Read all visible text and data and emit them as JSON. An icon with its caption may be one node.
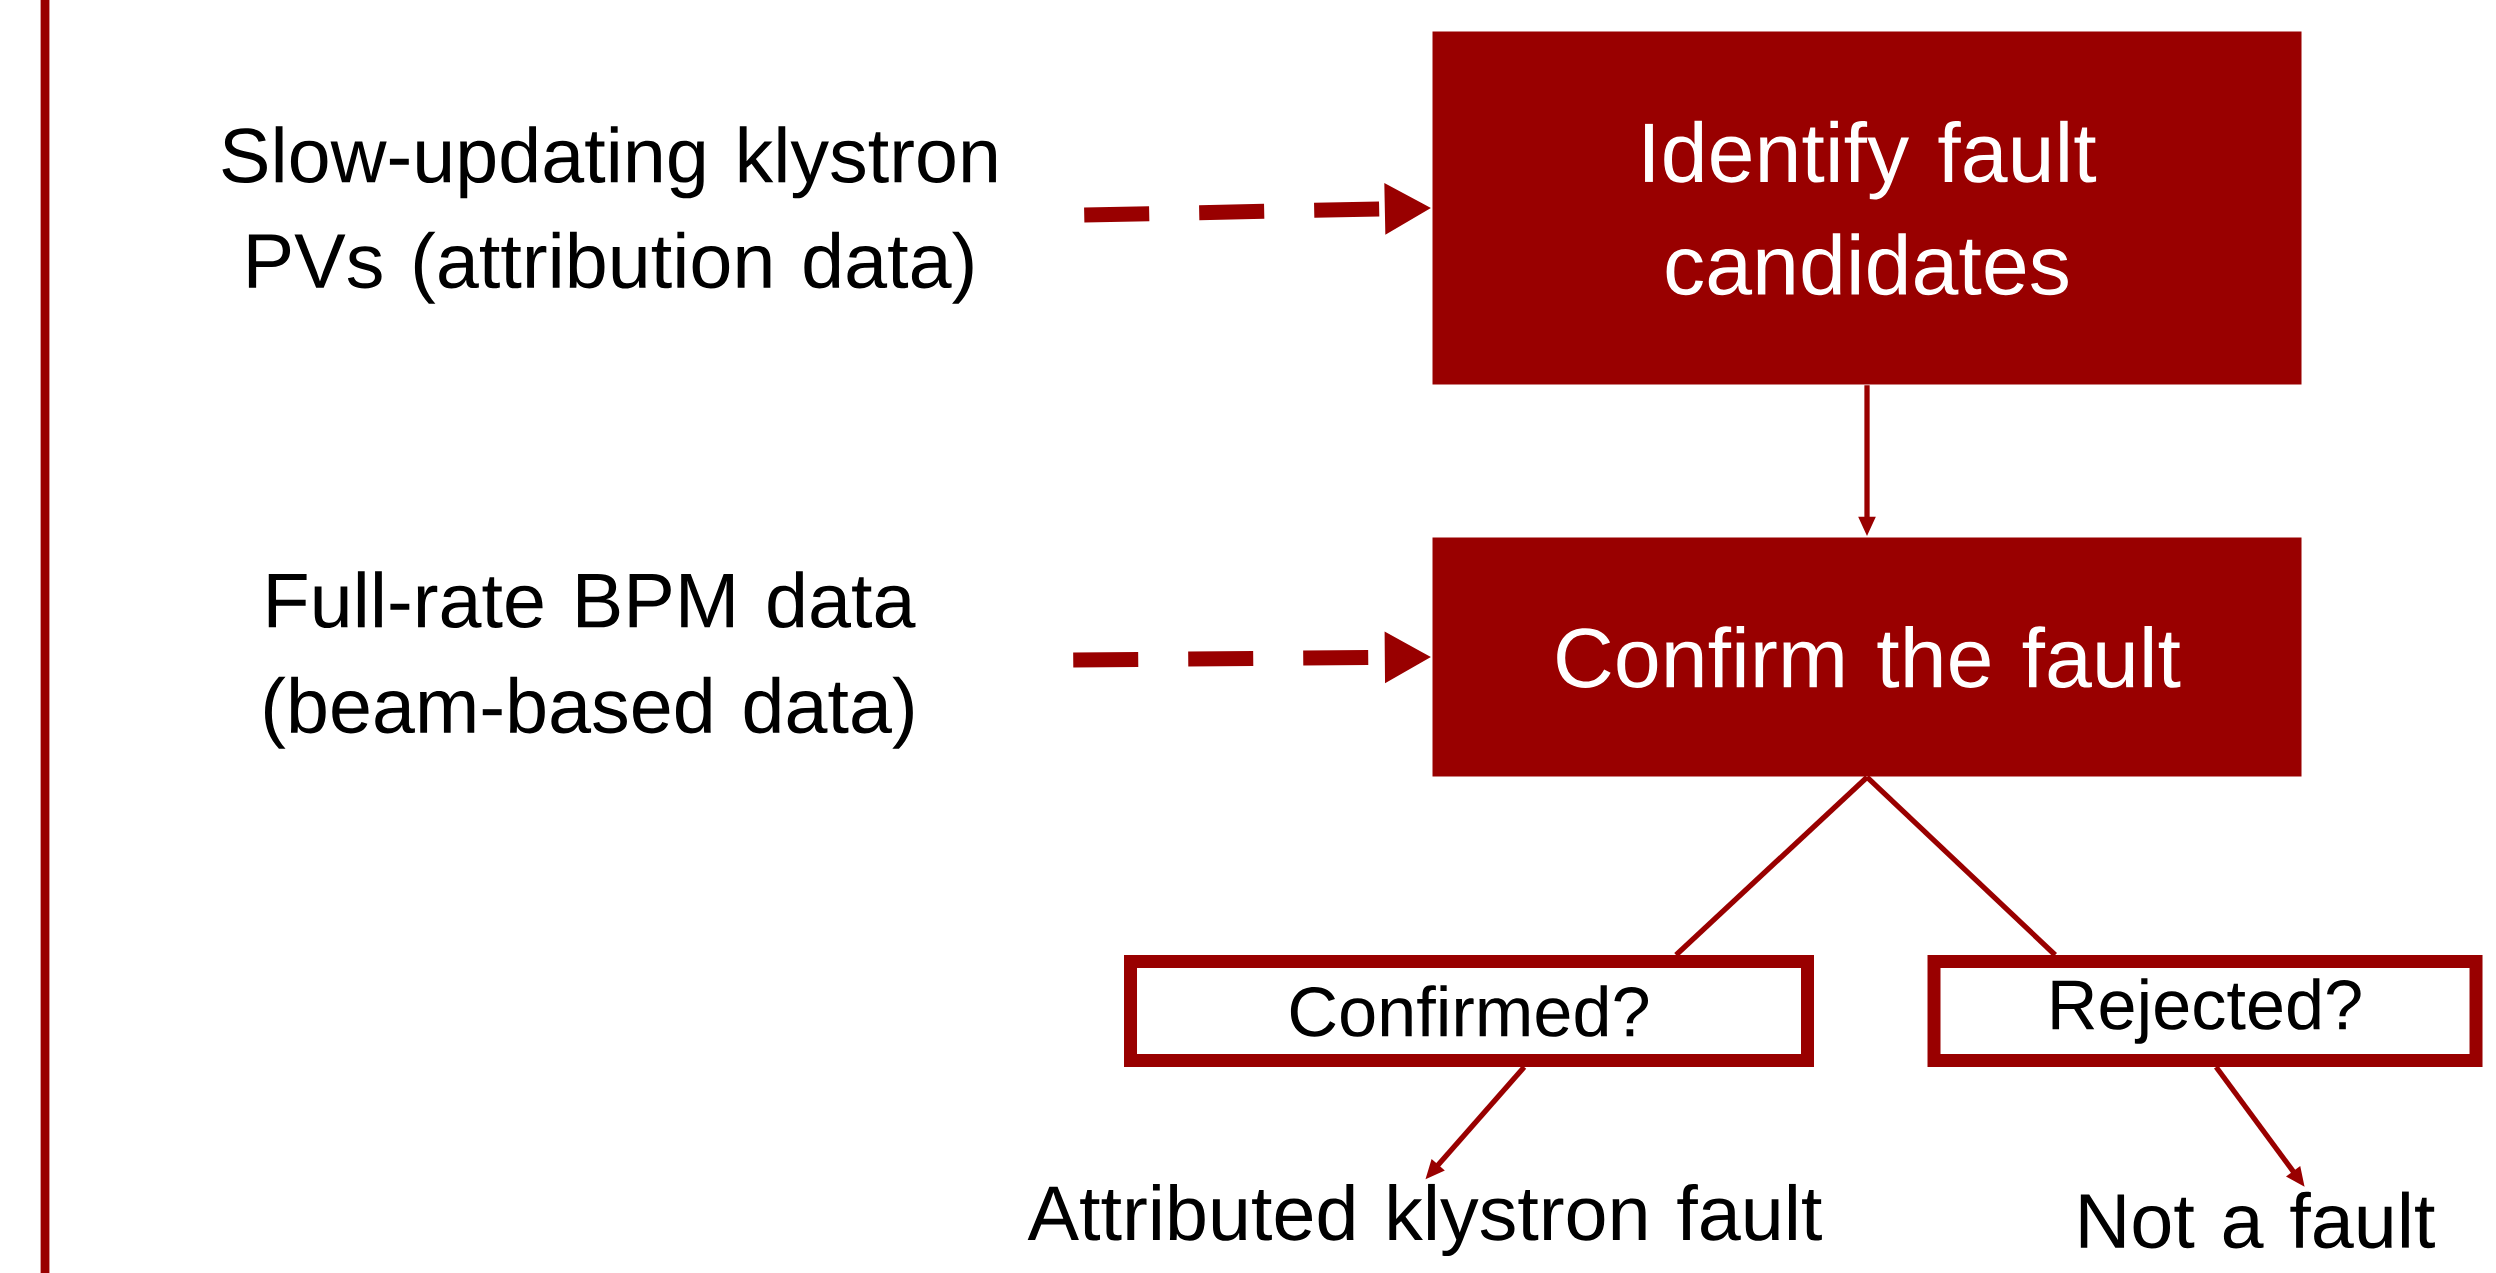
{
  "diagram": {
    "nodes": [
      {
        "text": [
          "Slow-updating klystron PVs (attribution data)"
        ]
      },
      {
        "text": [
          "Identify fault candidates"
        ]
      },
      {
        "text": [
          "Full-rate BPM data (beam-based data)"
        ]
      },
      {
        "text": [
          "Confirm the fault"
        ]
      },
      {
        "text": [
          "Confirmed?"
        ]
      },
      {
        "text": [
          "Rejected?"
        ]
      },
      {
        "text": [
          "Attributed klystron fault"
        ]
      },
      {
        "text": [
          "Not a fault"
        ]
      }
    ],
    "edges": [
      {
        "from": 0,
        "to": 1,
        "arrow": "to",
        "style": "dashed"
      },
      {
        "from": 1,
        "to": 3,
        "arrow": "to"
      },
      {
        "from": 2,
        "to": 3,
        "arrow": "to",
        "style": "dashed"
      },
      {
        "from": 3,
        "to": 4,
        "arrow": "none"
      },
      {
        "from": 3,
        "to": 5,
        "arrow": "none"
      },
      {
        "from": 4,
        "to": 6,
        "arrow": "to"
      },
      {
        "from": 5,
        "to": 7,
        "arrow": "to"
      }
    ]
  }
}
